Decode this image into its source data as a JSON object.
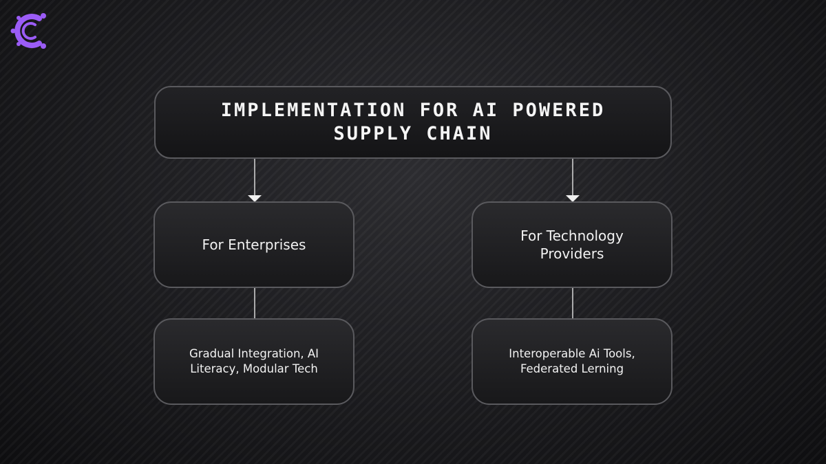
{
  "logo": {
    "icon": "circuit-c-logo-icon",
    "color": "#9b5cf6"
  },
  "diagram": {
    "title": "Implementation for AI Powered Supply Chain",
    "left_branch": {
      "label": "For Enterprises",
      "detail": "Gradual Integration, AI Literacy, Modular Tech"
    },
    "right_branch": {
      "label": "For Technology Providers",
      "detail": "Interoperable Ai Tools, Federated Lerning"
    }
  },
  "colors": {
    "border": "#5a5a5e",
    "text": "#f2f2f2",
    "connector": "#d9d9d9",
    "accent": "#9b5cf6"
  }
}
